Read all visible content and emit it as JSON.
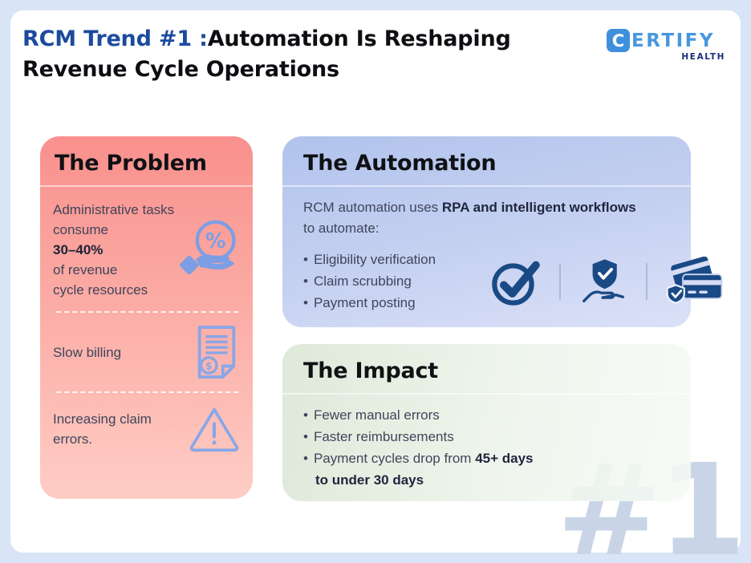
{
  "page": {
    "title_line1_blue": "RCM Trend #1 :",
    "title_line1_black": "Automation Is Reshaping",
    "title_line2": "Revenue Cycle Operations"
  },
  "logo": {
    "c": "C",
    "rest": "ERTIFY",
    "sub": "HEALTH"
  },
  "bullet_char": "•",
  "problem": {
    "title": "The Problem",
    "item1": {
      "lines": [
        "Administrative tasks",
        "consume",
        "30–40%",
        "of revenue",
        "cycle resources"
      ]
    },
    "item2": {
      "text": "Slow billing"
    },
    "item3": {
      "lines": [
        "Increasing claim",
        "errors."
      ]
    }
  },
  "automation": {
    "title": "The Automation",
    "intro": [
      {
        "text": "RCM automation uses "
      },
      {
        "text": "RPA and intelligent workflows"
      },
      {
        "text": "to automate:"
      }
    ],
    "bullets": [
      "Eligibility verification",
      "Claim scrubbing",
      "Payment posting"
    ]
  },
  "impact": {
    "title": "The Impact",
    "bullets_plain": [
      "Fewer manual errors",
      "Faster reimbursements"
    ],
    "bullet3": {
      "normal": "Payment cycles drop from ",
      "bold1": "45+ days",
      "bold2": "to under 30 days"
    }
  },
  "watermark": "#1",
  "colors": {
    "page_background": "#d9e4f7",
    "card_background": "#ffffff",
    "title_blue": "#1b4b9e",
    "logo_blue": "#3f90dc",
    "logo_navy": "#1b2e7a",
    "problem_gradient_top": "#f9908d",
    "problem_gradient_bottom": "#fecdc5",
    "automation_gradient_top": "#b1c3ec",
    "automation_gradient_bottom": "#dbe1f8",
    "impact_gradient_left": "#dae6d4",
    "impact_gradient_right": "#f6faf5",
    "light_blue_icon": "#7d9ee4",
    "navy_icon": "#1a4a85",
    "body_text": "#3f455c",
    "watermark_color": "#c9d5e7"
  }
}
